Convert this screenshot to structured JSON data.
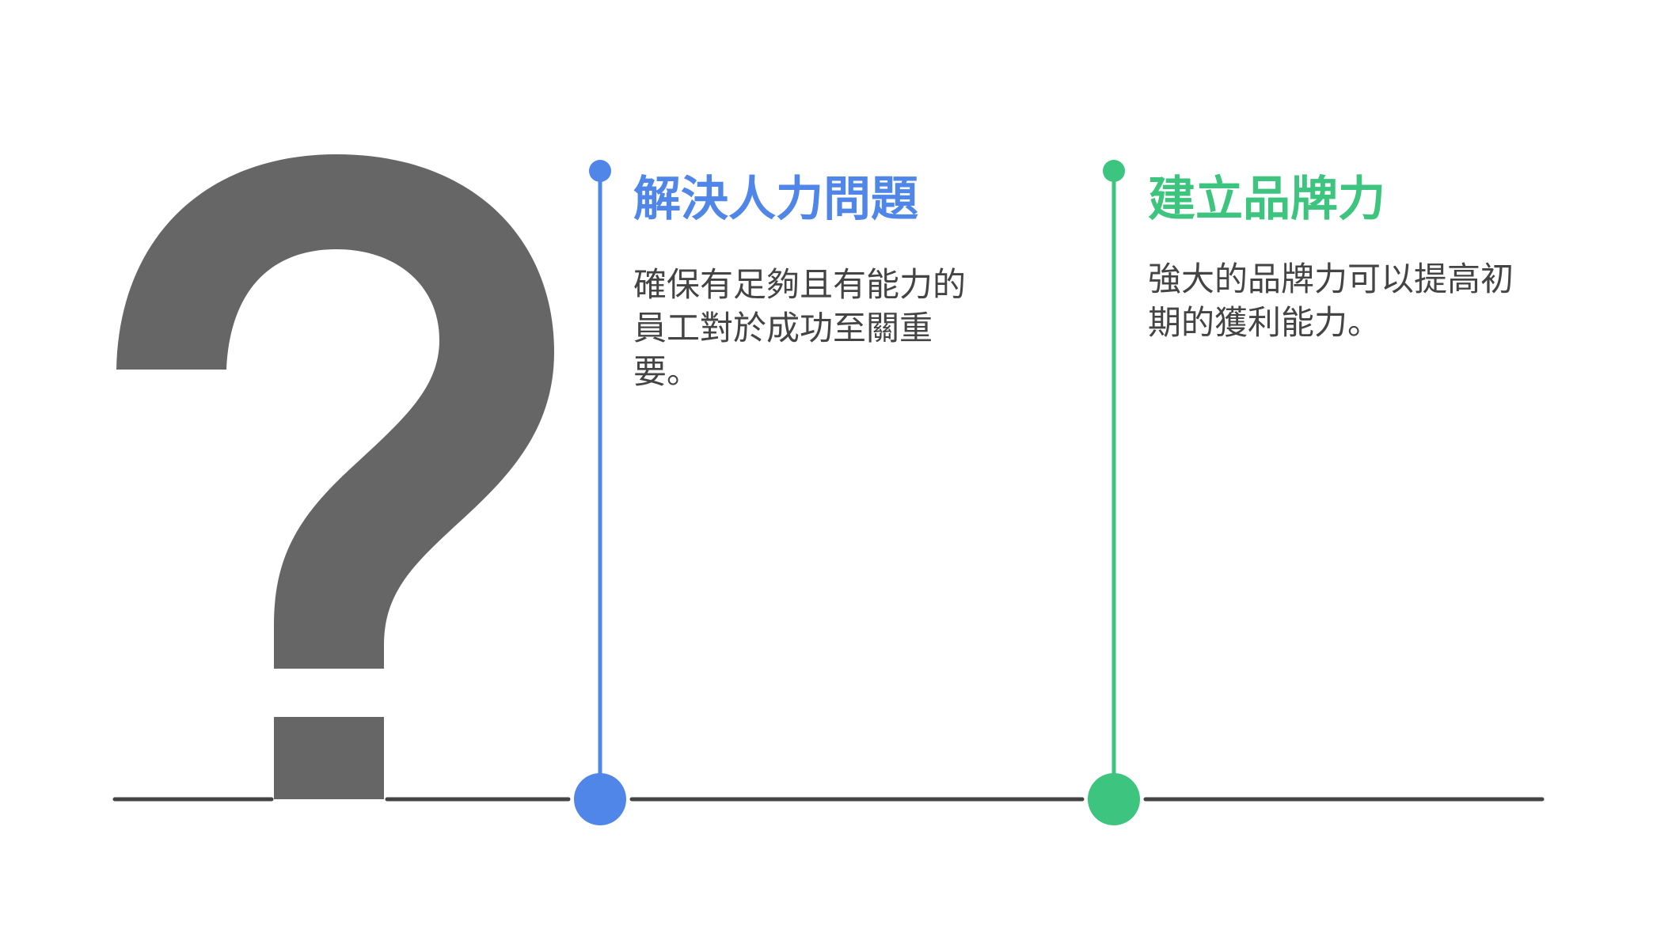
{
  "symbol": {
    "glyph": "?",
    "color": "#666666"
  },
  "baseline": {
    "color": "#444444"
  },
  "items": [
    {
      "title": "解決人力問題",
      "description": "確保有足夠且有能力的員工對於成功至關重要。",
      "color": "#4F86E8",
      "text_color": "#444444"
    },
    {
      "title": "建立品牌力",
      "description": "強大的品牌力可以提高初期的獲利能力。",
      "color": "#3DC47E",
      "text_color": "#444444"
    }
  ]
}
